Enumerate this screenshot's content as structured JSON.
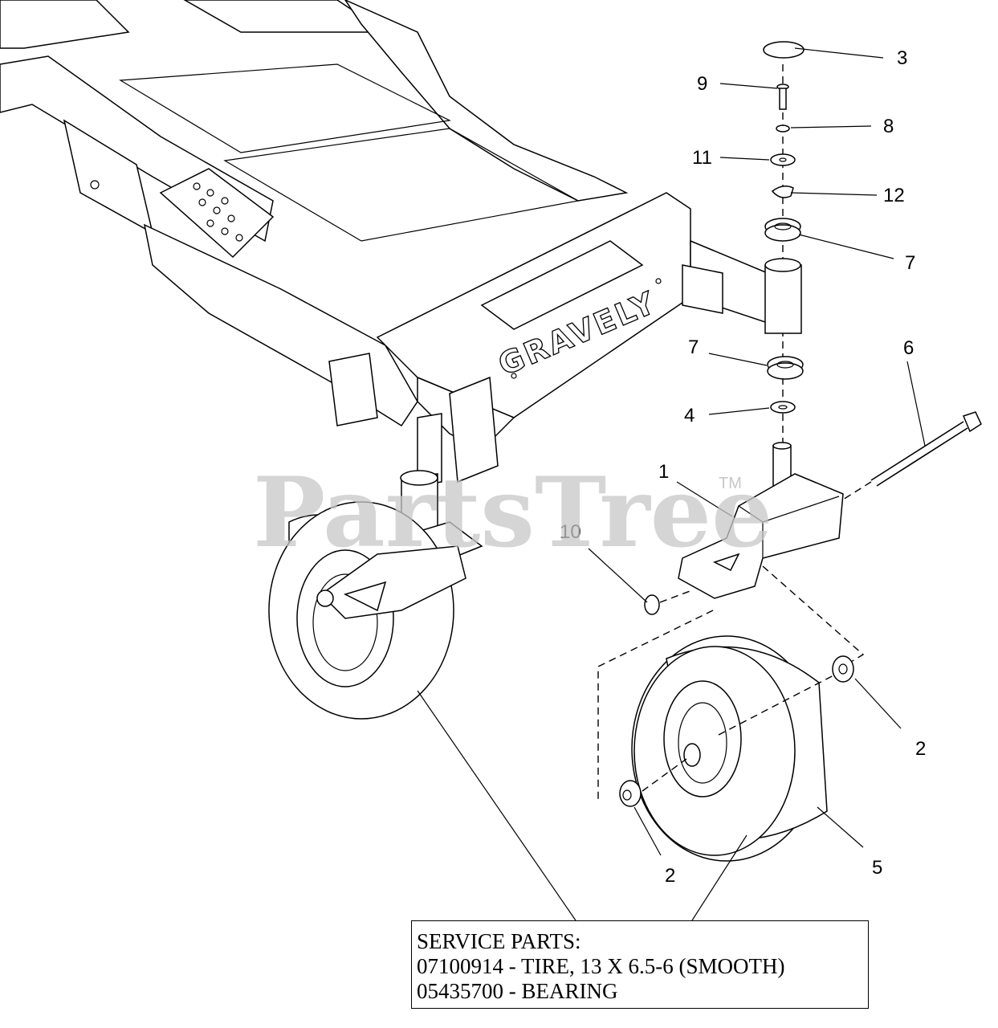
{
  "watermark": {
    "text": "PartsTree",
    "trademark": "TM"
  },
  "frame_brand": "GRAVELY",
  "callouts": [
    {
      "id": "c3",
      "label": "3"
    },
    {
      "id": "c9",
      "label": "9"
    },
    {
      "id": "c8",
      "label": "8"
    },
    {
      "id": "c11",
      "label": "11"
    },
    {
      "id": "c12",
      "label": "12"
    },
    {
      "id": "c7a",
      "label": "7"
    },
    {
      "id": "c7b",
      "label": "7"
    },
    {
      "id": "c6",
      "label": "6"
    },
    {
      "id": "c4",
      "label": "4"
    },
    {
      "id": "c1",
      "label": "1"
    },
    {
      "id": "c10",
      "label": "10"
    },
    {
      "id": "c2a",
      "label": "2"
    },
    {
      "id": "c2b",
      "label": "2"
    },
    {
      "id": "c5",
      "label": "5"
    }
  ],
  "service_parts": {
    "title": "SERVICE PARTS:",
    "lines": [
      "07100914 - TIRE, 13 X 6.5-6 (SMOOTH)",
      "05435700 - BEARING"
    ]
  }
}
